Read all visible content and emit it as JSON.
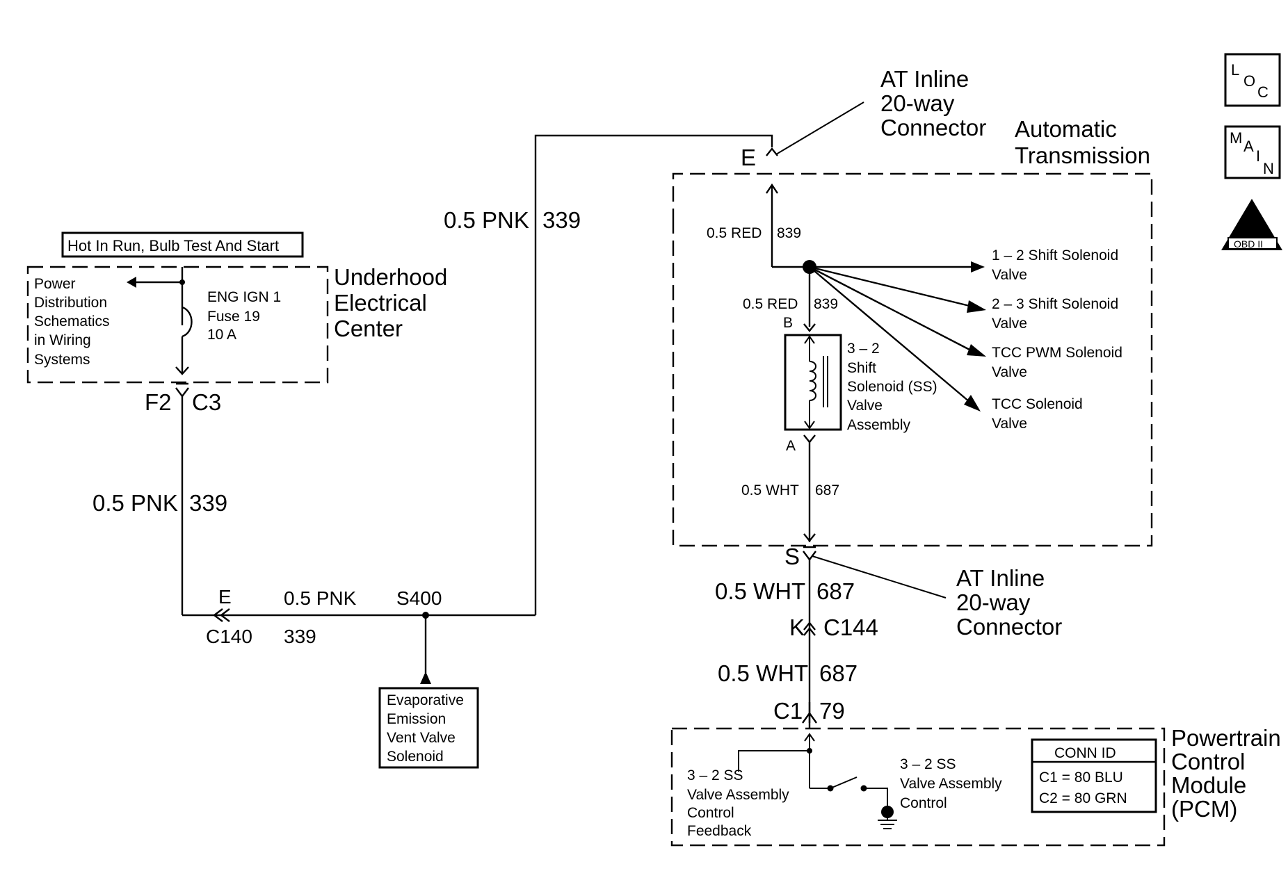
{
  "title_box": "Hot In Run, Bulb Test And Start",
  "underhood": {
    "name": [
      "Underhood",
      "Electrical",
      "Center"
    ],
    "power_dist": [
      "Power",
      "Distribution",
      "Schematics",
      "in Wiring",
      "Systems"
    ],
    "fuse": [
      "ENG IGN 1",
      "Fuse 19",
      "10 A"
    ],
    "conn_left": "F2",
    "conn_right": "C3"
  },
  "wires": {
    "pnk_vertical": {
      "gauge": "0.5 PNK",
      "circuit": "339"
    },
    "pnk_top": {
      "gauge": "0.5 PNK",
      "circuit": "339"
    },
    "pnk_bottom": {
      "gauge": "0.5 PNK",
      "circuit": "339"
    },
    "red_top": {
      "gauge": "0.5 RED",
      "circuit": "839"
    },
    "red_mid": {
      "gauge": "0.5 RED",
      "circuit": "839"
    },
    "wht_inner": {
      "gauge": "0.5 WHT",
      "circuit": "687"
    },
    "wht_1": {
      "gauge": "0.5 WHT",
      "circuit": "687"
    },
    "wht_2": {
      "gauge": "0.5 WHT",
      "circuit": "687"
    }
  },
  "c140": {
    "pin": "E",
    "name": "C140"
  },
  "splice": "S400",
  "evap": [
    "Evaporative",
    "Emission",
    "Vent Valve",
    "Solenoid"
  ],
  "at_inline_top": [
    "AT Inline",
    "20-way",
    "Connector"
  ],
  "at_inline_bottom": [
    "AT Inline",
    "20-way",
    "Connector"
  ],
  "pin_e": "E",
  "pin_s": "S",
  "auto_trans": [
    "Automatic",
    "Transmission"
  ],
  "solenoids": [
    [
      "1 – 2 Shift Solenoid",
      "Valve"
    ],
    [
      "2 – 3 Shift Solenoid",
      "Valve"
    ],
    [
      "TCC PWM Solenoid",
      "Valve"
    ],
    [
      "TCC Solenoid",
      "Valve"
    ]
  ],
  "shift_ss": [
    "3 – 2",
    "Shift",
    "Solenoid (SS)",
    "Valve",
    "Assembly"
  ],
  "pin_b": "B",
  "pin_a": "A",
  "c144": {
    "pin": "K",
    "name": "C144"
  },
  "c1": {
    "conn": "C1",
    "pin": "79"
  },
  "pcm": {
    "name": [
      "Powertrain",
      "Control",
      "Module",
      "(PCM)"
    ],
    "feedback": [
      "3 – 2 SS",
      "Valve Assembly",
      "Control",
      "Feedback"
    ],
    "control": [
      "3 – 2 SS",
      "Valve Assembly",
      "Control"
    ],
    "conn_id_title": "CONN ID",
    "conn_id_rows": [
      "C1 = 80 BLU",
      "C2 = 80 GRN"
    ]
  },
  "icons": {
    "loc": [
      "L",
      "O",
      "C"
    ],
    "main": [
      "M",
      "A",
      "I",
      "N"
    ],
    "obd_numeral": "II",
    "obd_label": "OBD II"
  }
}
